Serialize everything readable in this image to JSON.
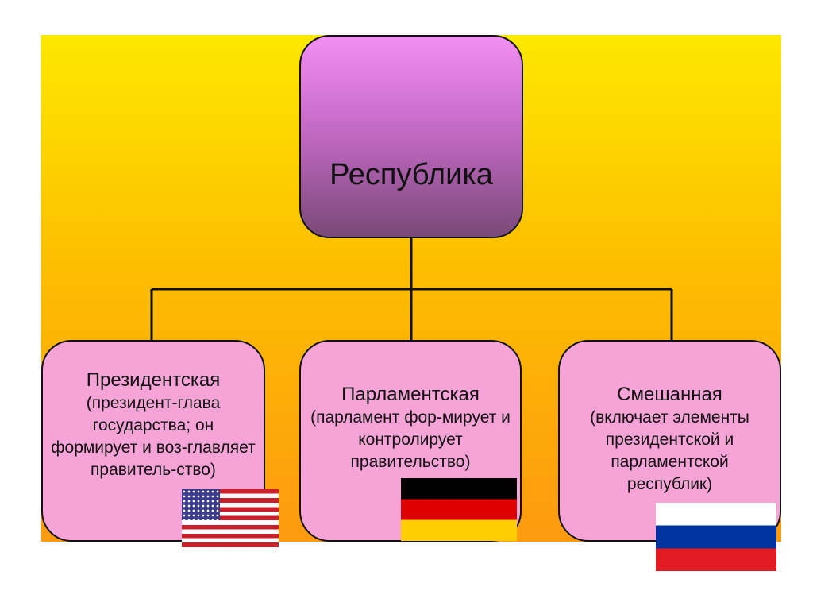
{
  "root": {
    "title": "Республика"
  },
  "children": [
    {
      "title": "Президентская",
      "desc": "(президент-глава государства; он формирует и воз-главляет правитель-ство)",
      "flag": "usa-flag"
    },
    {
      "title": "Парламентская",
      "desc": "(парламент фор-мирует и контролирует правительство)",
      "flag": "germany-flag"
    },
    {
      "title": "Смешанная",
      "desc": "(включает элементы президентской и парламентской республик)",
      "flag": "russia-flag"
    }
  ],
  "colors": {
    "background_top": "#fde800",
    "background_bottom": "#fd9a10",
    "root_fill": "#c66ac8",
    "child_fill": "#f6a4d7"
  }
}
